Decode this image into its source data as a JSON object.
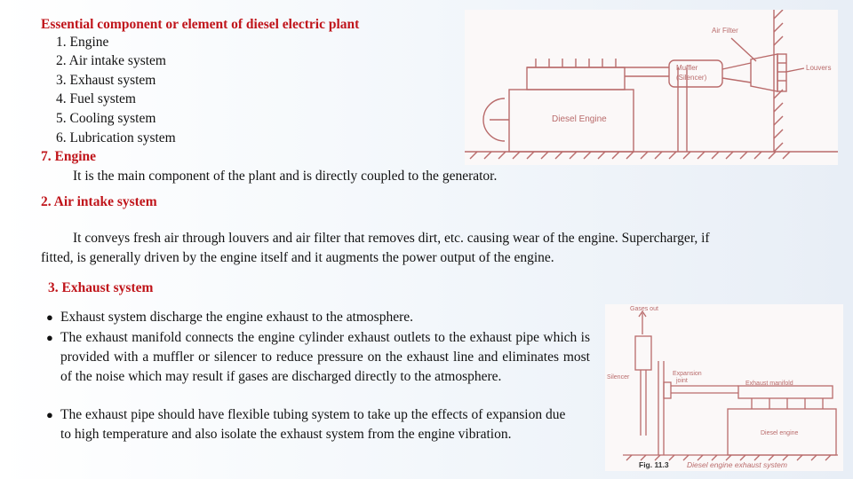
{
  "heading": "Essential component or element of diesel electric plant",
  "components": [
    "1. Engine",
    "2. Air intake system",
    "3. Exhaust system",
    "4. Fuel system",
    "5. Cooling system",
    "6. Lubrication system"
  ],
  "engine": {
    "title": "7. Engine",
    "text": "It is the main component of the plant and is directly coupled to the generator."
  },
  "air_intake": {
    "title": "2. Air intake system",
    "text_line1": "It conveys fresh air through louvers and air filter that removes dirt, etc. causing wear of the  engine. Supercharger, if",
    "text_line2": "fitted, is generally driven by the engine itself and it augments the power  output of the engine."
  },
  "exhaust": {
    "title": "3. Exhaust system",
    "bullets": [
      "Exhaust system discharge the engine exhaust to the atmosphere.",
      "The exhaust manifold connects the engine cylinder exhaust outlets to the exhaust pipe which is  provided with a muffler or silencer to reduce pressure on the exhaust line and eliminates most  of the noise which may result if gases are discharged directly to the atmosphere.",
      "The exhaust pipe should have flexible tubing system to take up the effects of expansion due to  high temperature and also isolate the exhaust system from the engine vibration."
    ]
  },
  "figure_air": {
    "air_filter": "Air Filter",
    "muffler_line1": "Muffler",
    "muffler_line2": "(Silencer)",
    "louvers": "Louvers",
    "diesel_engine": "Diesel Engine"
  },
  "figure_exhaust": {
    "gases_out": "Gases out",
    "silencer": "Silencer",
    "expansion_line1": "Expansion",
    "expansion_line2": "joint",
    "exhaust_manifold": "Exhaust manifold",
    "diesel_engine": "Diesel engine",
    "caption_num": "Fig. 11.3",
    "caption_text": "Diesel engine exhaust system"
  }
}
